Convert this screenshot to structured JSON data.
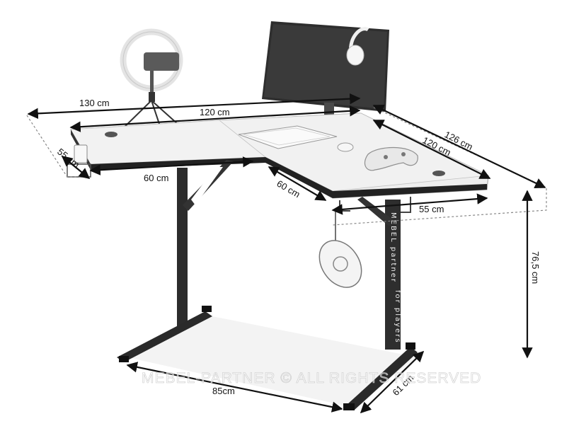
{
  "dimensions": {
    "total_width_left": "130 cm",
    "inner_width_left": "120 cm",
    "total_width_right": "126 cm",
    "inner_width_right": "120 cm",
    "depth_left_end": "55 cm",
    "depth_left_wing": "60 cm",
    "depth_corner": "60 cm",
    "depth_right_end": "55 cm",
    "height": "76,5 cm",
    "base_width": "85cm",
    "base_depth": "61 cm"
  },
  "branding": {
    "leg_text": "MEBEL partner",
    "leg_subtext": "for players",
    "watermark": "MEBEL-PARTNER © ALL RIGHTS RESERVED"
  }
}
